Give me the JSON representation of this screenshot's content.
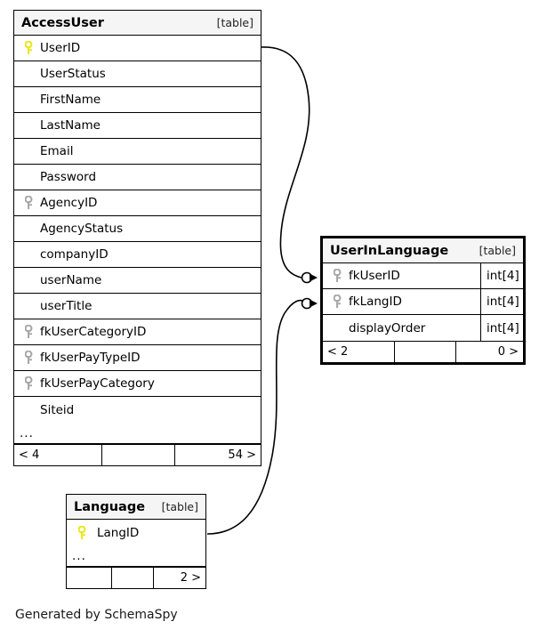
{
  "diagram": {
    "caption": "Generated by SchemaSpy",
    "table_tag": "[table]",
    "ellipsis": "...",
    "colors": {
      "primary_key": "#e8e81c",
      "foreign_key": "#a9a9a9",
      "header_bg": "#f5f5f5",
      "border": "#000000",
      "background": "#ffffff"
    }
  },
  "tables": [
    {
      "id": "accessuser",
      "name": "AccessUser",
      "tag": "[table]",
      "focal": false,
      "columns": [
        {
          "name": "UserID",
          "key": "primary",
          "type": ""
        },
        {
          "name": "UserStatus",
          "key": "none",
          "type": ""
        },
        {
          "name": "FirstName",
          "key": "none",
          "type": ""
        },
        {
          "name": "LastName",
          "key": "none",
          "type": ""
        },
        {
          "name": "Email",
          "key": "none",
          "type": ""
        },
        {
          "name": "Password",
          "key": "none",
          "type": ""
        },
        {
          "name": "AgencyID",
          "key": "foreign",
          "type": ""
        },
        {
          "name": "AgencyStatus",
          "key": "none",
          "type": ""
        },
        {
          "name": "companyID",
          "key": "none",
          "type": ""
        },
        {
          "name": "userName",
          "key": "none",
          "type": ""
        },
        {
          "name": "userTitle",
          "key": "none",
          "type": ""
        },
        {
          "name": "fkUserCategoryID",
          "key": "foreign",
          "type": ""
        },
        {
          "name": "fkUserPayTypeID",
          "key": "foreign",
          "type": ""
        },
        {
          "name": "fkUserPayCategory",
          "key": "foreign",
          "type": ""
        },
        {
          "name": "Siteid",
          "key": "none",
          "type": ""
        }
      ],
      "has_ellipsis_row": true,
      "footer": {
        "left": "< 4",
        "middle": "",
        "right": "54 >"
      }
    },
    {
      "id": "userinlang",
      "name": "UserInLanguage",
      "tag": "[table]",
      "focal": true,
      "columns": [
        {
          "name": "fkUserID",
          "key": "foreign",
          "type": "int[4]"
        },
        {
          "name": "fkLangID",
          "key": "foreign",
          "type": "int[4]"
        },
        {
          "name": "displayOrder",
          "key": "none",
          "type": "int[4]"
        }
      ],
      "has_ellipsis_row": false,
      "footer": {
        "left": "< 2",
        "middle": "",
        "right": "0 >"
      }
    },
    {
      "id": "language",
      "name": "Language",
      "tag": "[table]",
      "focal": false,
      "columns": [
        {
          "name": "LangID",
          "key": "primary",
          "type": ""
        }
      ],
      "has_ellipsis_row": true,
      "footer": {
        "left": "",
        "middle": "",
        "right": "2 >"
      }
    }
  ],
  "relationships": [
    {
      "name": "accessuser-userid-to-userinlanguage-fkuserid",
      "from_table": "AccessUser",
      "from_column": "UserID",
      "to_table": "UserInLanguage",
      "to_column": "fkUserID"
    },
    {
      "name": "language-langid-to-userinlanguage-fklangid",
      "from_table": "Language",
      "from_column": "LangID",
      "to_table": "UserInLanguage",
      "to_column": "fkLangID"
    }
  ]
}
